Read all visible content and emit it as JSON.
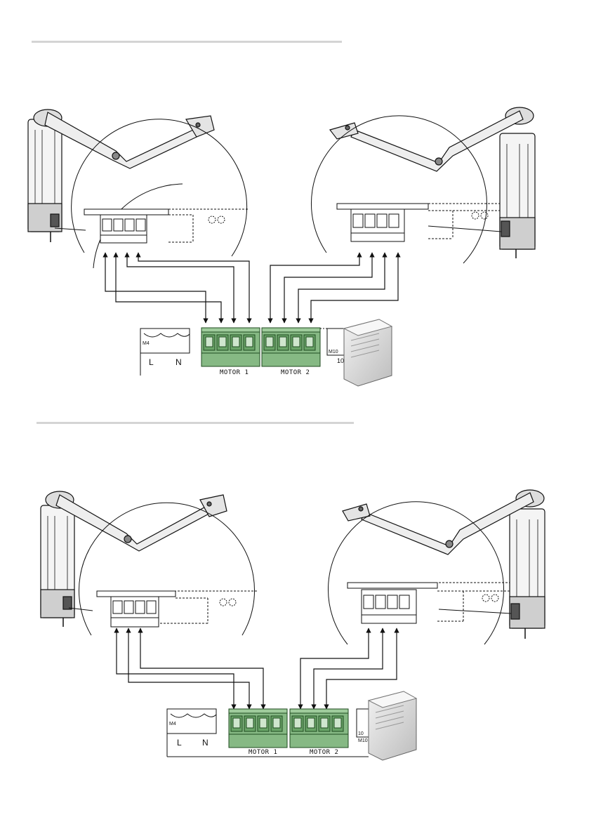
{
  "top_diagram": {
    "board_left": {
      "code": "M4",
      "phase": "L",
      "neutral": "N"
    },
    "motor1_label": "MOTOR 1",
    "motor2_label": "MOTOR 2",
    "board_right": {
      "code": "M10",
      "terminal": "10"
    }
  },
  "bottom_diagram": {
    "board_left": {
      "code": "M4",
      "phase": "L",
      "neutral": "N"
    },
    "motor1_label": "MOTOR 1",
    "motor2_label": "MOTOR 2",
    "board_right": {
      "code": "M10",
      "terminal": "10"
    }
  }
}
